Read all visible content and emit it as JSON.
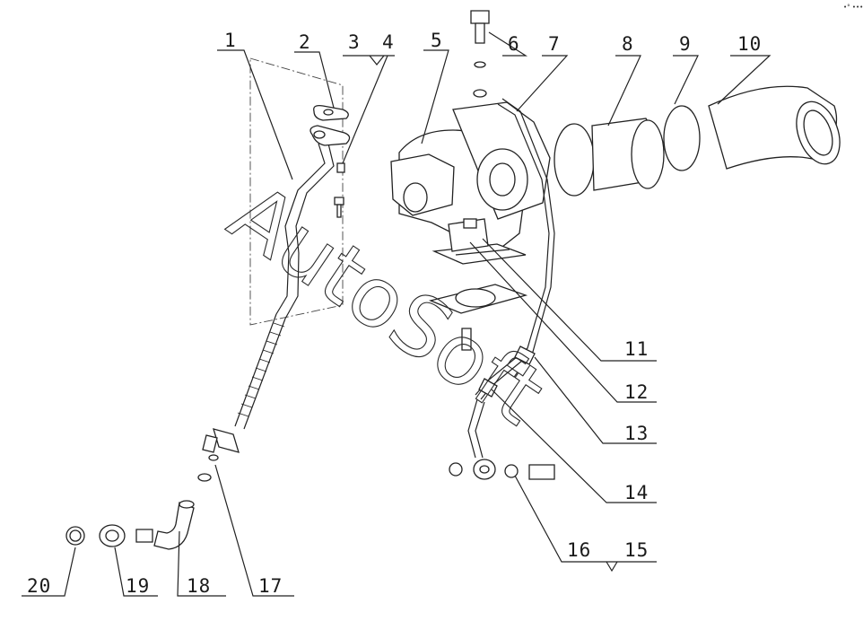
{
  "watermark": "AutoSoft",
  "corner_mark": "•° •••",
  "callouts": [
    "1",
    "2",
    "3",
    "4",
    "5",
    "6",
    "7",
    "8",
    "9",
    "10",
    "11",
    "12",
    "13",
    "14",
    "15",
    "16",
    "17",
    "18",
    "19",
    "20"
  ]
}
